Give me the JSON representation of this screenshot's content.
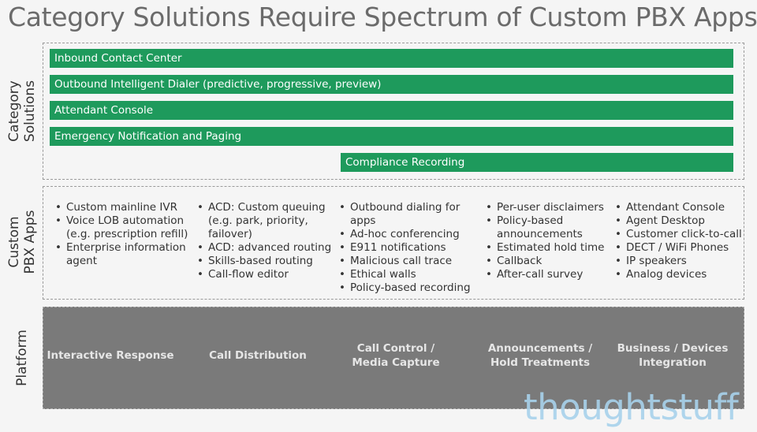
{
  "title": "Category Solutions Require Spectrum of Custom PBX Apps",
  "category": {
    "label_line1": "Category",
    "label_line2": "Solutions",
    "bars": [
      "Inbound Contact Center",
      "Outbound Intelligent Dialer (predictive, progressive, preview)",
      "Attendant Console",
      "Emergency Notification and Paging",
      "Compliance Recording"
    ]
  },
  "apps": {
    "label_line1": "Custom",
    "label_line2": "PBX Apps",
    "columns": [
      [
        [
          "Custom mainline IVR"
        ],
        [
          "Voice LOB automation",
          "(e.g. prescription refill)"
        ],
        [
          "Enterprise information",
          "agent"
        ]
      ],
      [
        [
          "ACD: Custom queuing",
          "(e.g. park, priority,",
          "failover)"
        ],
        [
          "ACD: advanced routing"
        ],
        [
          "Skills-based routing"
        ],
        [
          "Call-flow editor"
        ]
      ],
      [
        [
          "Outbound dialing for",
          "apps"
        ],
        [
          "Ad-hoc conferencing"
        ],
        [
          "E911 notifications"
        ],
        [
          "Malicious call trace"
        ],
        [
          "Ethical walls"
        ],
        [
          "Policy-based recording"
        ]
      ],
      [
        [
          "Per-user disclaimers"
        ],
        [
          "Policy-based",
          "announcements"
        ],
        [
          "Estimated hold time"
        ],
        [
          "Callback"
        ],
        [
          "After-call survey"
        ]
      ],
      [
        [
          "Attendant Console"
        ],
        [
          "Agent Desktop"
        ],
        [
          "Customer click-to-call"
        ],
        [
          "DECT / WiFi Phones"
        ],
        [
          "IP speakers"
        ],
        [
          "Analog devices"
        ]
      ]
    ]
  },
  "platform": {
    "label": "Platform",
    "items": [
      [
        "Interactive Response"
      ],
      [
        "Call Distribution"
      ],
      [
        "Call Control /",
        "Media Capture"
      ],
      [
        "Announcements /",
        "Hold Treatments"
      ],
      [
        "Business / Devices",
        "Integration"
      ]
    ]
  },
  "watermark": "thoughtstuff",
  "colors": {
    "bar_green": "#1e9a5c",
    "platform_gray": "#7a7a7a",
    "title_gray": "#6b6b6b",
    "watermark_blue": "#a8d2ec"
  }
}
